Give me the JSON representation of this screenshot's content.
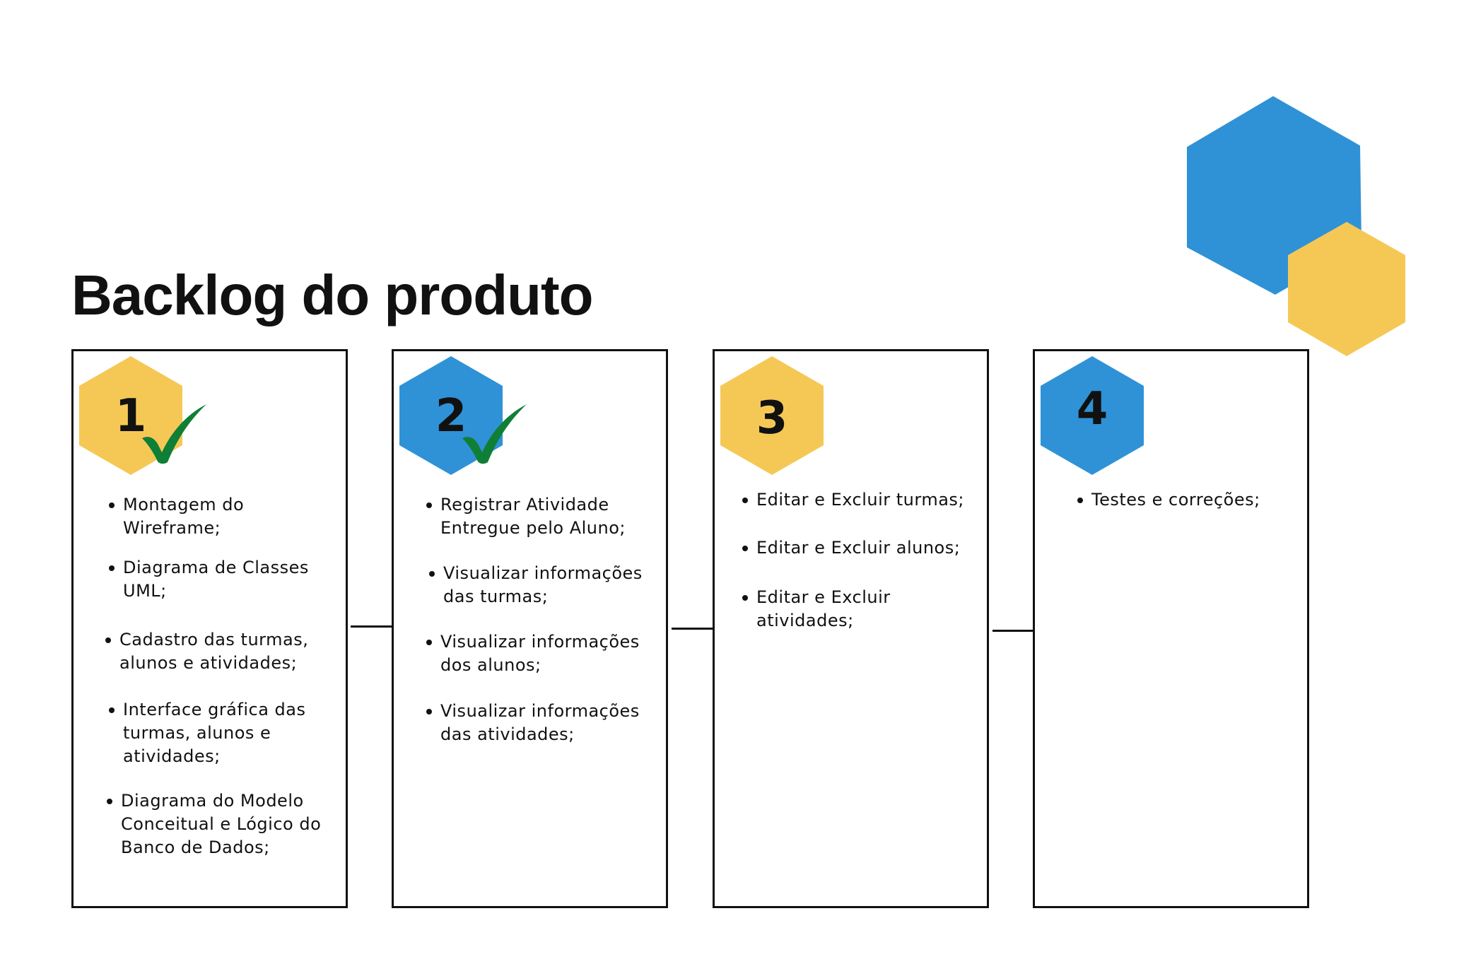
{
  "title": "Backlog do produto",
  "colors": {
    "blue": "#2F92D6",
    "yellow": "#F5C856",
    "check_green": "#0F7F36",
    "line": "#111111"
  },
  "decoration": {
    "icon": "overlapping-hexagons",
    "colors": [
      "#2F92D6",
      "#F5C856"
    ]
  },
  "sprints": [
    {
      "number": "1",
      "hex_color": "#F5C856",
      "completed": true,
      "items": [
        "Montagem do Wireframe;",
        "Diagrama de Classes UML;",
        "Cadastro das turmas, alunos e atividades;",
        "Interface gráfica das turmas, alunos e atividades;",
        "Diagrama do Modelo Conceitual e Lógico do Banco de Dados;"
      ]
    },
    {
      "number": "2",
      "hex_color": "#2F92D6",
      "completed": true,
      "items": [
        "Registrar Atividade Entregue pelo Aluno;",
        "Visualizar informações das turmas;",
        "Visualizar informações dos alunos;",
        "Visualizar informações das atividades;"
      ]
    },
    {
      "number": "3",
      "hex_color": "#F5C856",
      "completed": false,
      "items": [
        "Editar e Excluir turmas;",
        "Editar e Excluir alunos;",
        "Editar e Excluir atividades;"
      ]
    },
    {
      "number": "4",
      "hex_color": "#2F92D6",
      "completed": false,
      "items": [
        "Testes e correções;"
      ]
    }
  ]
}
